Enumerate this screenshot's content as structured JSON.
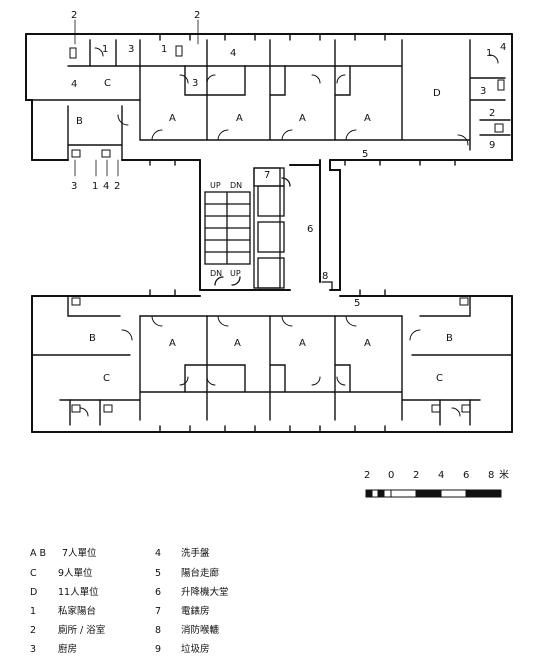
{
  "plan": {
    "floor_labels": {
      "unit_a": "A",
      "unit_b": "B",
      "unit_c": "C",
      "unit_d": "D",
      "n1": "1",
      "n2": "2",
      "n3": "3",
      "n4": "4",
      "n5": "5",
      "n6": "6",
      "n7": "7",
      "n8": "8",
      "n9": "9",
      "up": "UP",
      "dn": "DN"
    },
    "scale_bar": {
      "ticks": [
        "2",
        "0",
        "2",
        "4",
        "6",
        "8"
      ],
      "unit": "米"
    }
  },
  "legend": {
    "left": [
      {
        "code": "A B",
        "text": "7人單位"
      },
      {
        "code": "C",
        "text": "9人單位"
      },
      {
        "code": "D",
        "text": "11人單位"
      },
      {
        "code": "1",
        "text": "私家陽台"
      },
      {
        "code": "2",
        "text": "廁所 / 浴室"
      },
      {
        "code": "3",
        "text": "廚房"
      }
    ],
    "right": [
      {
        "code": "4",
        "text": "洗手盤"
      },
      {
        "code": "5",
        "text": "陽台走廊"
      },
      {
        "code": "6",
        "text": "升降機大堂"
      },
      {
        "code": "7",
        "text": "電錶房"
      },
      {
        "code": "8",
        "text": "消防喉轆"
      },
      {
        "code": "9",
        "text": "垃圾房"
      }
    ]
  }
}
